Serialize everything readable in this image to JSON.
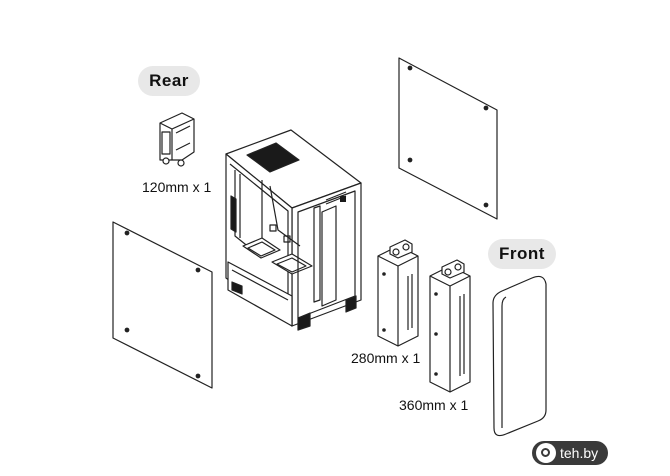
{
  "labels": {
    "rear_title": "Rear",
    "front_title": "Front",
    "rear_radiator": "120mm x 1",
    "front_radiator_small": "280mm x 1",
    "front_radiator_large": "360mm x 1"
  },
  "watermark": {
    "text": "teh.by",
    "icon": "search-icon"
  },
  "colors": {
    "line": "#222222",
    "pill_bg": "#e8e8e8",
    "watermark_bg": "#3a3a3a"
  }
}
